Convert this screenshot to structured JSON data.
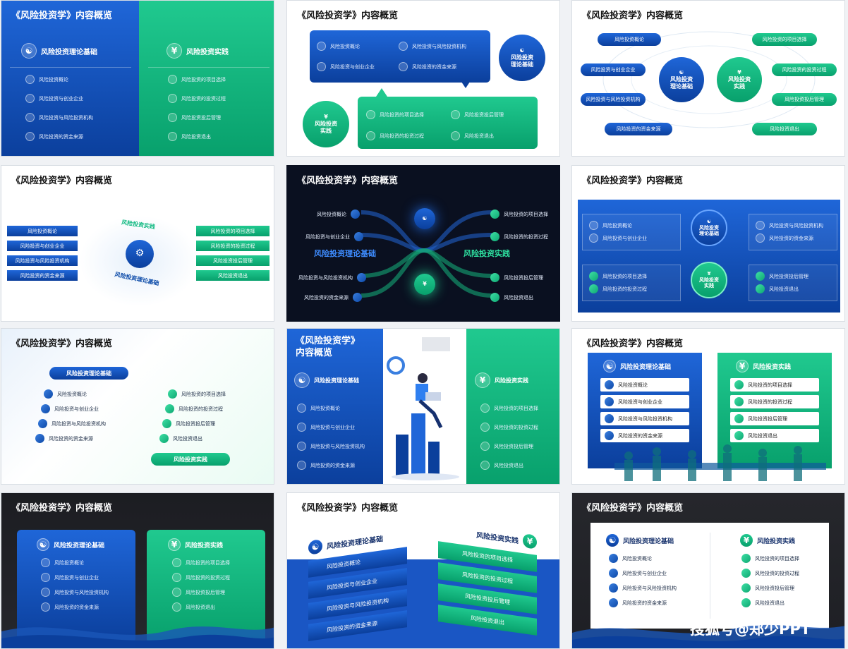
{
  "title": "《风险投资学》内容概览",
  "title_line1": "《风险投资学》",
  "title_line2": "内容概览",
  "theory": "风险投资理论基础",
  "practice": "风险投资实践",
  "theory_c1": "风险投资",
  "theory_c2": "理论基础",
  "practice_c1": "风险投资",
  "practice_c2": "实践",
  "theory_items": [
    "风险投资概论",
    "风险投资与创业企业",
    "风险投资与风险投资机构",
    "风险投资的资金来源"
  ],
  "practice_items": [
    "风险投资的项目选择",
    "风险投资的投资过程",
    "风险投资投后管理",
    "风险投资退出"
  ],
  "watermark": "搜狐号@郑少PPT",
  "colors": {
    "blue": "#0b4aa8",
    "green": "#10b981",
    "dark": "#0a1020"
  },
  "icons": {
    "theory": "yin-yang-icon",
    "practice": "money-icon",
    "item": "document-icon"
  }
}
